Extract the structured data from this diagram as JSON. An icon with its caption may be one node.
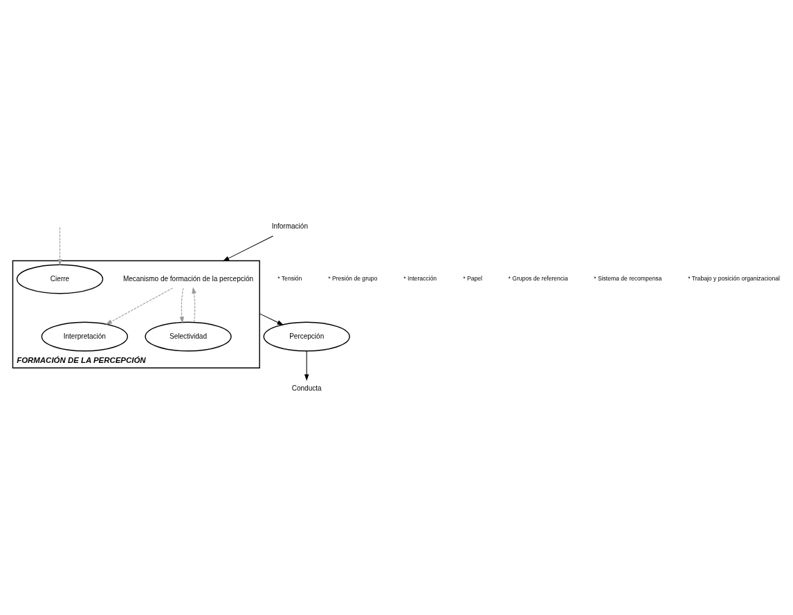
{
  "diagram": {
    "nodes": [
      {
        "text": [
          "FORMACIÓN DE LA PERCEPCIÓN"
        ]
      },
      {
        "text": [
          "Mecanismo de formación de la percepción"
        ],
        "in": 0
      },
      {
        "text": [
          "Interpretación"
        ],
        "in": 0
      },
      {
        "text": [
          "Selectividad"
        ],
        "in": 0
      },
      {
        "text": [
          "Cierre"
        ],
        "in": 0
      },
      {
        "text": [
          "Percepción"
        ]
      },
      {
        "text": [
          "Conducta"
        ]
      },
      {
        "text": [
          "Información"
        ]
      }
    ],
    "edges": [
      {
        "from": 1,
        "to": 2,
        "arrow": "to",
        "style": "dashed",
        "color": "#999999"
      },
      {
        "from": 3,
        "to": 1,
        "arrow": "to",
        "style": "dashed",
        "color": "#999999"
      },
      {
        "from": 1,
        "to": 3,
        "arrow": "to",
        "style": "dashed",
        "color": "#999999"
      },
      {
        "from": null,
        "to": 4,
        "arrow": "to",
        "style": "dashed",
        "color": "#999999"
      },
      {
        "from": 0,
        "to": 5,
        "arrow": "to",
        "color": "#000000"
      },
      {
        "from": 5,
        "to": 6,
        "arrow": "to",
        "color": "#000000"
      },
      {
        "from": 7,
        "to": 0,
        "arrow": "to",
        "color": "#000000"
      }
    ],
    "labels": [
      "* Tensión",
      "* Presión de grupo",
      "* Interacción",
      "* Papel",
      "* Grupos de referencia",
      "* Sistema de recompensa",
      "* Trabajo y posición organizacional"
    ]
  }
}
